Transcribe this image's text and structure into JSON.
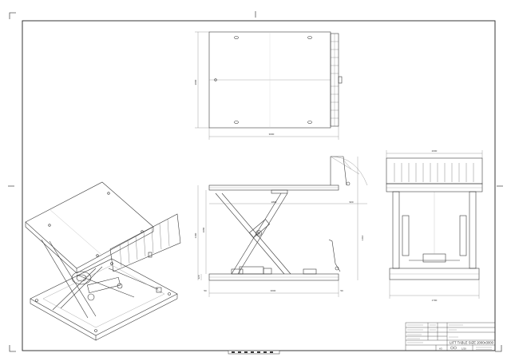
{
  "drawing": {
    "title": "LIFT TABLE SIZE 2000x3000",
    "scale": "1/20",
    "sheet_size": "A3"
  },
  "dimensions": {
    "top_length": "3000",
    "top_width": "2000",
    "side_length": "3000",
    "side_height": "1080",
    "side_total_height": "1400",
    "side_lowered": "320",
    "side_toe_left": "50",
    "side_toe_right": "50",
    "side_scissor_span": "2800",
    "side_ramp": "900",
    "side_ramp_height": "1410",
    "front_width": "2000",
    "front_base_width": "1700"
  },
  "colors": {
    "line": "#3a3a3a",
    "thin": "#777777",
    "frame": "#222222"
  }
}
